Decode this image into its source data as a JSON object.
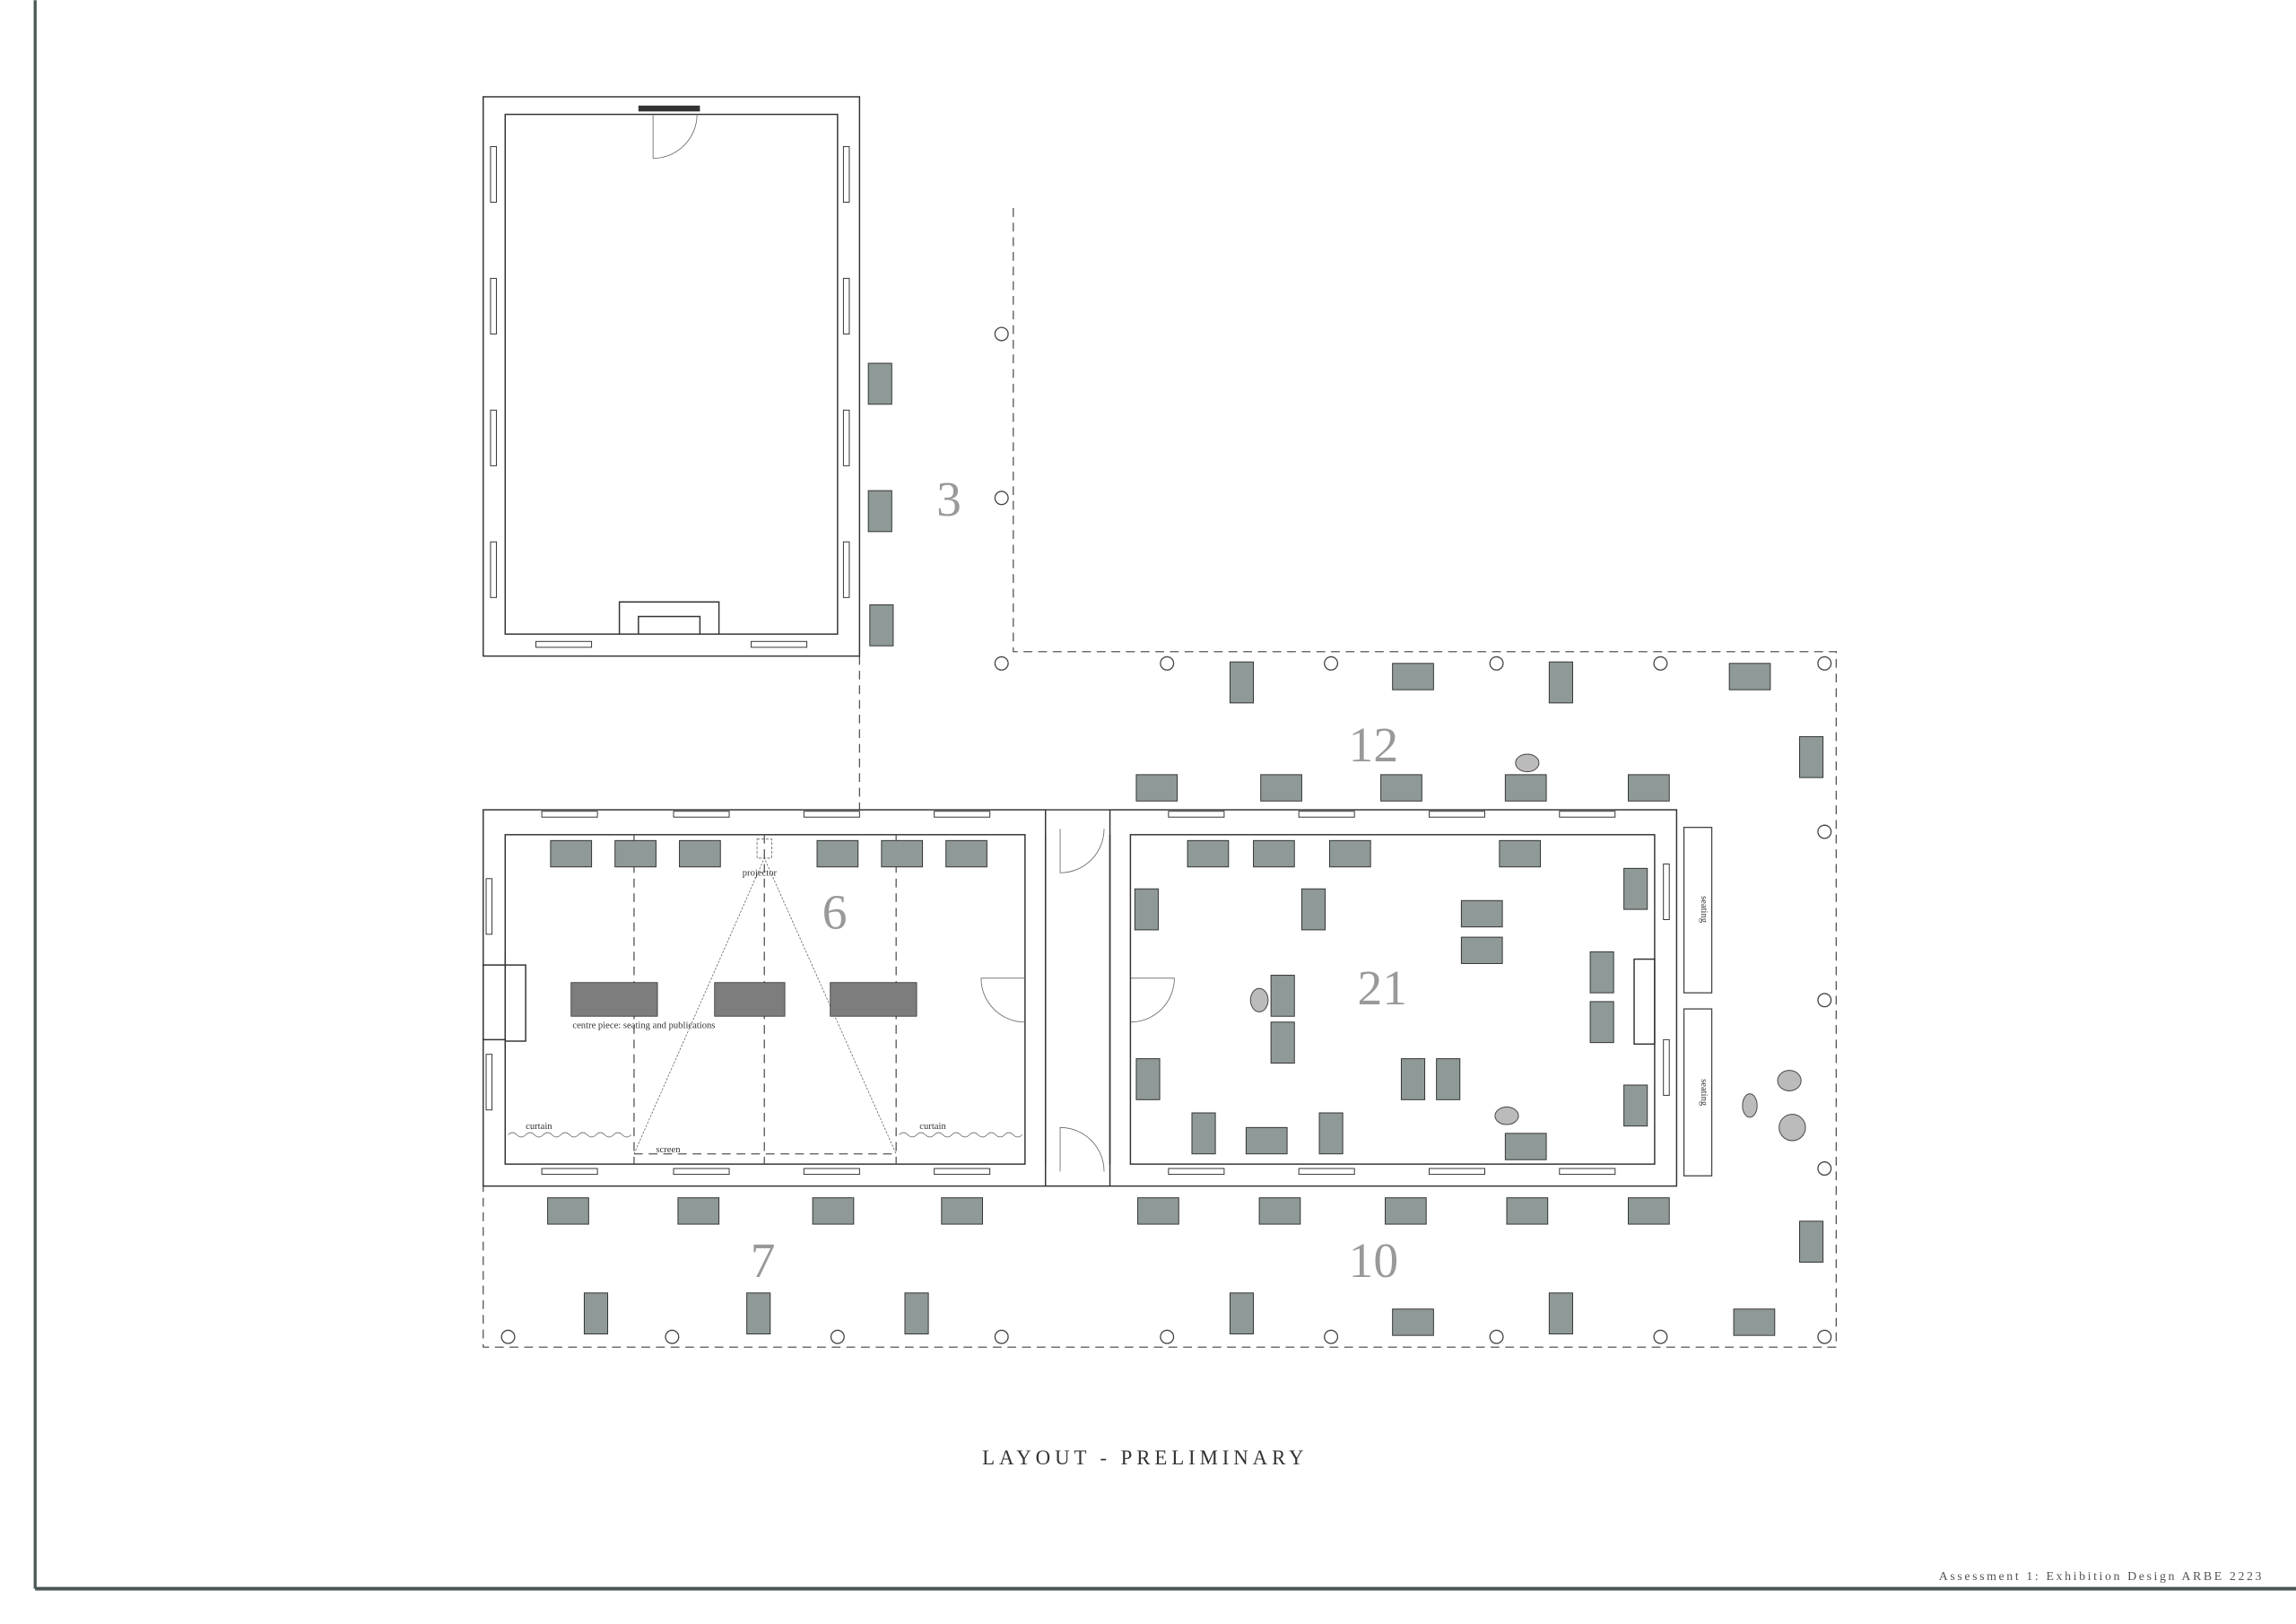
{
  "drawing": {
    "title": "LAYOUT - PRELIMINARY",
    "footer": "Assessment 1: Exhibition Design ARBE 2223",
    "zones": {
      "z3": "3",
      "z12": "12",
      "z6": "6",
      "z21": "21",
      "z7": "7",
      "z10": "10"
    },
    "labels": {
      "projector": "projector",
      "centre_piece": "centre piece:  seating and publications",
      "curtain_left": "curtain",
      "curtain_right": "curtain",
      "screen": "screen",
      "seating_top": "seating",
      "seating_bottom": "seating"
    },
    "colors": {
      "panel": "#8e9998",
      "frame": "#4a5655"
    }
  }
}
